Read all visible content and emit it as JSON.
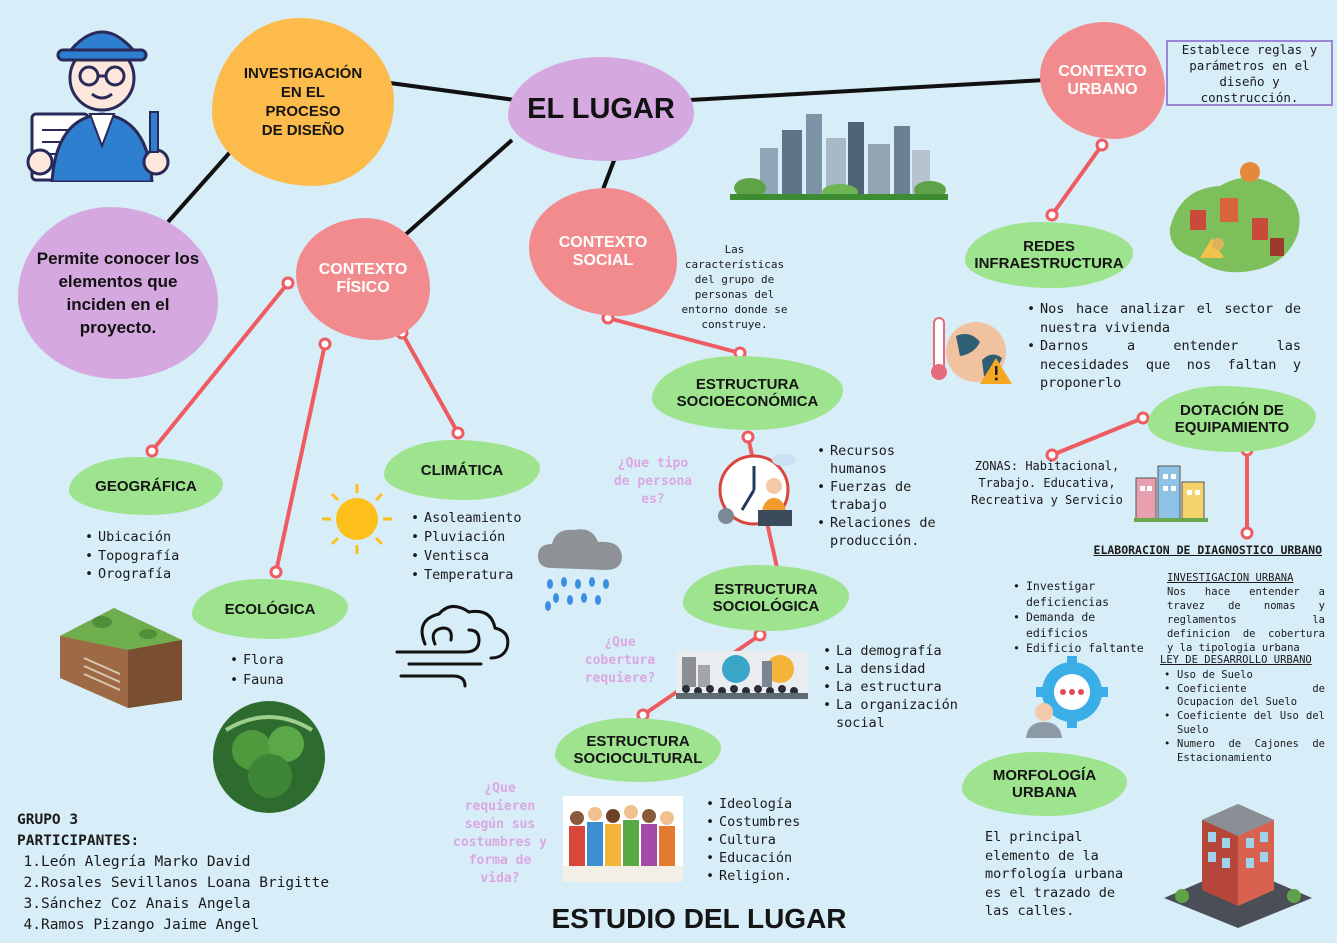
{
  "title": "ESTUDIO DEL LUGAR",
  "center": "EL LUGAR",
  "investigacion": [
    "INVESTIGACIÓN",
    "EN EL",
    "PROCESO",
    "DE DISEÑO"
  ],
  "permite": "Permite conocer los elementos que inciden en el proyecto.",
  "nodes": {
    "contexto_fisico": "CONTEXTO FÍSICO",
    "contexto_social": "CONTEXTO SOCIAL",
    "contexto_urbano": "CONTEXTO URBANO",
    "geografica": "GEOGRÁFICA",
    "ecologica": "ECOLÓGICA",
    "climatica": "CLIMÁTICA",
    "socioeconomica": "ESTRUCTURA SOCIOECONÓMICA",
    "sociologica": "ESTRUCTURA SOCIOLÓGICA",
    "sociocultural": "ESTRUCTURA SOCIOCULTURAL",
    "redes": "REDES INFRAESTRUCTURA",
    "dotacion": "DOTACIÓN DE EQUIPAMIENTO",
    "morfologia": "MORFOLOGÍA URBANA"
  },
  "urbano_note": "Establece reglas y parámetros en el diseño y construcción.",
  "social_note": "Las características del grupo de personas del entorno donde se construye.",
  "lists": {
    "geografica": [
      "Ubicación",
      "Topografía",
      "Orografía"
    ],
    "ecologica": [
      "Flora",
      "Fauna"
    ],
    "climatica": [
      "Asoleamiento",
      "Pluviación",
      "Ventisca",
      "Temperatura"
    ],
    "socioeconomica": [
      "Recursos humanos",
      "Fuerzas de trabajo",
      "Relaciones de producción."
    ],
    "sociologica": [
      "La demografía",
      "La densidad",
      "La estructura",
      "La organización social"
    ],
    "sociocultural": [
      "Ideología",
      "Costumbres",
      "Cultura",
      "Educación",
      "Religion."
    ],
    "redes": [
      "Nos hace analizar el sector de nuestra vivienda",
      "Darnos a entender las necesidades que nos faltan y proponerlo"
    ],
    "diagnostico": [
      "Investigar deficiencias",
      "Demanda de edificios",
      "Edificio faltante"
    ],
    "ley": [
      "Uso de Suelo",
      "Coeficiente de Ocupacion del Suelo",
      "Coeficiente del Uso del Suelo",
      "Numero de Cajones de Estacionamiento"
    ]
  },
  "questions": {
    "q1": "¿Que tipo de persona es?",
    "q2": "¿Que cobertura requiere?",
    "q3": "¿Que requieren según sus costumbres y forma de vida?"
  },
  "zonas": "ZONAS: Habitacional, Trabajo. Educativa, Recreativa y Servicio",
  "diagnostico_title": "ELABORACION DE DIAGNOSTICO URBANO",
  "inv_urbana_title": "INVESTIGACION URBANA",
  "inv_urbana_text": "Nos hace entender a travez de nomas y reglamentos la definicion de cobertura y la tipologia urbana",
  "ley_title": "LEY DE DESARROLLO URBANO",
  "morfologia_text": "El principal elemento de la morfología urbana es el trazado de las calles.",
  "grupo": "GRUPO 3",
  "participantes_label": "PARTICIPANTES:",
  "participantes": [
    "León Alegría Marko David",
    "Rosales Sevillanos Loana Brigitte",
    "Sánchez Coz Anais Angela",
    "Ramos Pizango Jaime Angel"
  ],
  "colors": {
    "background": "#d7edf8",
    "pink": "#f28b8e",
    "green": "#9ee38e",
    "purple": "#d5a8e0",
    "orange": "#fdbb4c",
    "connector": "#ee5c62",
    "question": "#dba8e2"
  }
}
